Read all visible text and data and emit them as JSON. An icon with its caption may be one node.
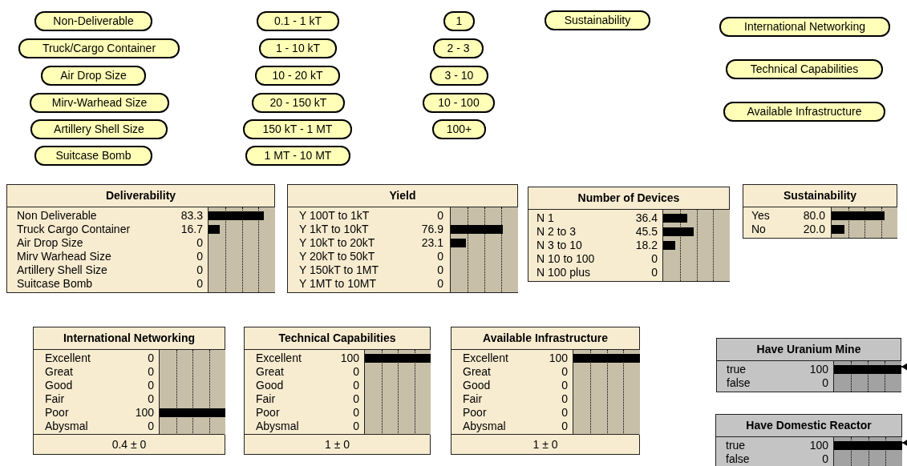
{
  "diagram": {
    "nodes": [
      {
        "text": [
          "Non-Deliverable"
        ]
      },
      {
        "text": [
          "Truck/Cargo Container"
        ]
      },
      {
        "text": [
          "Air Drop Size"
        ]
      },
      {
        "text": [
          "Mirv-Warhead Size"
        ]
      },
      {
        "text": [
          "Artillery Shell Size"
        ]
      },
      {
        "text": [
          "Suitcase Bomb"
        ]
      },
      {
        "text": [
          "0.1 - 1 kT"
        ]
      },
      {
        "text": [
          "1 - 10 kT"
        ]
      },
      {
        "text": [
          "10 - 20 kT"
        ]
      },
      {
        "text": [
          "20 - 150 kT"
        ]
      },
      {
        "text": [
          "150 kT - 1 MT"
        ]
      },
      {
        "text": [
          "1 MT - 10 MT"
        ]
      },
      {
        "text": [
          "1"
        ]
      },
      {
        "text": [
          "2 - 3"
        ]
      },
      {
        "text": [
          "3 - 10"
        ]
      },
      {
        "text": [
          "10 - 100"
        ]
      },
      {
        "text": [
          "100+"
        ]
      },
      {
        "text": [
          "Sustainability"
        ]
      },
      {
        "text": [
          "International Networking"
        ]
      },
      {
        "text": [
          "Technical Capabilities"
        ]
      },
      {
        "text": [
          "Available Infrastructure"
        ]
      },
      {
        "text": [
          "Deliverability",
          "Non Deliverable",
          "83.3",
          "Truck Cargo Container",
          "16.7",
          "Air Drop Size",
          "0",
          "Mirv Warhead Size",
          "0",
          "Artillery Shell Size",
          "0",
          "Suitcase Bomb",
          "0"
        ]
      },
      {
        "text": [
          "Yield",
          "Y 100T to 1kT",
          "0",
          "Y 1kT to 10kT",
          "76.9",
          "Y 10kT to 20kT",
          "23.1",
          "Y 20kT to 50kT",
          "0",
          "Y 150kT to 1MT",
          "0",
          "Y 1MT to 10MT",
          "0"
        ]
      },
      {
        "text": [
          "Number of Devices",
          "N 1",
          "36.4",
          "N 2 to 3",
          "45.5",
          "N 3 to 10",
          "18.2",
          "N 10 to 100",
          "0",
          "N 100 plus",
          "0"
        ]
      },
      {
        "text": [
          "Sustainability",
          "Yes",
          "80.0",
          "No",
          "20.0"
        ]
      },
      {
        "text": [
          "International Networking",
          "Excellent",
          "0",
          "Great",
          "0",
          "Good",
          "0",
          "Fair",
          "0",
          "Poor",
          "100",
          "Abysmal",
          "0",
          "0.4 ± 0"
        ]
      },
      {
        "text": [
          "Technical Capabilities",
          "Excellent",
          "100",
          "Great",
          "0",
          "Good",
          "0",
          "Fair",
          "0",
          "Poor",
          "0",
          "Abysmal",
          "0",
          "1 ± 0"
        ]
      },
      {
        "text": [
          "Available Infrastructure",
          "Excellent",
          "100",
          "Great",
          "0",
          "Good",
          "0",
          "Fair",
          "0",
          "Poor",
          "0",
          "Abysmal",
          "0",
          "1 ± 0"
        ]
      },
      {
        "text": [
          "Have Uranium Mine",
          "true",
          "100",
          "false",
          "0"
        ]
      },
      {
        "text": [
          "Have Domestic Reactor",
          "true",
          "100",
          "false",
          "0"
        ]
      }
    ],
    "edges": [
      {
        "from": null,
        "to": 28,
        "arrow": "to"
      },
      {
        "from": null,
        "to": 29,
        "arrow": "to"
      }
    ]
  }
}
